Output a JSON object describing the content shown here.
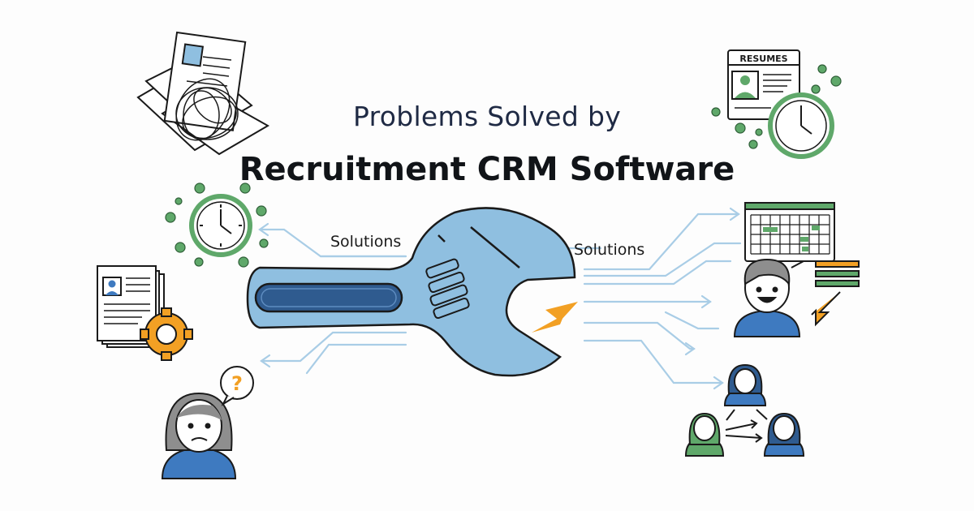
{
  "title": {
    "line1": "Problems Solved by",
    "line2": "Recruitment CRM Software"
  },
  "labels": {
    "left_solutions": "Solutions",
    "right_solutions": "Solutions"
  },
  "icons": {
    "top_right_doc_label": "RESUMES",
    "question_mark": "?"
  },
  "colors": {
    "wrench_fill": "#8fbfe0",
    "wrench_slot": "#2f5b8f",
    "arrow_line": "#a9cde6",
    "accent_orange": "#f2a024",
    "accent_green": "#5fa86a",
    "person_blue": "#3e7ac0"
  }
}
